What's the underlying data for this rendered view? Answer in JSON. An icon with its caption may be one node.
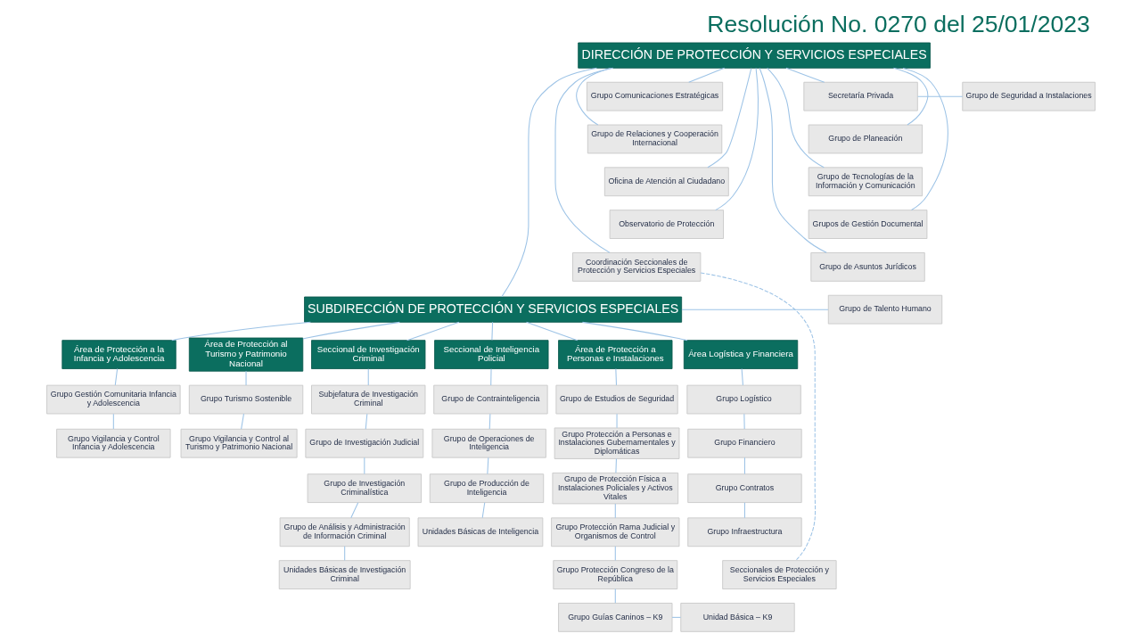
{
  "diagram": {
    "title": "Resolución No. 0270 del 25/01/2023",
    "nodes": [
      {
        "text": [
          "DIRECCIÓN DE PROTECCIÓN Y SERVICIOS ESPECIALES"
        ]
      },
      {
        "text": [
          "Grupo de Seguridad a Instalaciones"
        ]
      },
      {
        "text": [
          "Secretaría Privada"
        ]
      },
      {
        "text": [
          "Grupo Comunicaciones Estratégicas"
        ]
      },
      {
        "text": [
          "Grupo de Planeación"
        ]
      },
      {
        "text": [
          "Grupo de Relaciones y Cooperación Internacional"
        ]
      },
      {
        "text": [
          "Grupo de Tecnologías de la Información y Comunicación"
        ]
      },
      {
        "text": [
          "Oficina de Atención al Ciudadano"
        ]
      },
      {
        "text": [
          "Grupos de Gestión Documental"
        ]
      },
      {
        "text": [
          "Observatorio de Protección"
        ]
      },
      {
        "text": [
          "Grupo de Asuntos Jurídicos"
        ]
      },
      {
        "text": [
          "Coordinación Seccionales de Protección y Servicios Especiales"
        ]
      },
      {
        "text": [
          "Grupo de Talento Humano"
        ]
      },
      {
        "text": [
          "SUBDIRECCIÓN DE PROTECCIÓN Y SERVICIOS ESPECIALES"
        ]
      },
      {
        "text": [
          "Área de Protección a Personas e Instalaciones"
        ]
      },
      {
        "text": [
          "Grupo de Estudios de Seguridad"
        ]
      },
      {
        "text": [
          "Grupo Protección a Personas e Instalaciones Gubernamentales y Diplomáticas"
        ]
      },
      {
        "text": [
          "Grupo de Protección Física a Instalaciones Policiales y Activos Vitales"
        ]
      },
      {
        "text": [
          "Grupo Protección Rama Judicial y Organismos de Control"
        ]
      },
      {
        "text": [
          "Grupo Protección Congreso de la República"
        ]
      },
      {
        "text": [
          "Grupo Guías Caninos – K9"
        ]
      },
      {
        "text": [
          "Unidad Básica – K9"
        ]
      },
      {
        "text": [
          "Área de Protección a la Infancia y Adolescencia"
        ]
      },
      {
        "text": [
          "Grupo Gestión Comunitaria Infancia y Adolescencia"
        ]
      },
      {
        "text": [
          "Grupo Vigilancia y Control Infancia y Adolescencia"
        ]
      },
      {
        "text": [
          "Área de Protección al Turismo y Patrimonio Nacional"
        ]
      },
      {
        "text": [
          "Grupo Turismo Sostenible"
        ]
      },
      {
        "text": [
          "Grupo Vigilancia y Control al Turismo y Patrimonio Nacional"
        ]
      },
      {
        "text": [
          "Seccional de Investigación Criminal"
        ]
      },
      {
        "text": [
          "Subjefatura de Investigación Criminal"
        ]
      },
      {
        "text": [
          "Grupo de Investigación Judicial"
        ]
      },
      {
        "text": [
          "Grupo de Investigación Criminalística"
        ]
      },
      {
        "text": [
          "Grupo de Análisis y Administración de Información Criminal"
        ]
      },
      {
        "text": [
          "Unidades Básicas de Investigación Criminal"
        ]
      },
      {
        "text": [
          "Seccional de Inteligencia Policial"
        ]
      },
      {
        "text": [
          "Grupo de Contrainteligencia"
        ]
      },
      {
        "text": [
          "Grupo de Operaciones de Inteligencia"
        ]
      },
      {
        "text": [
          "Grupo de Producción de Inteligencia"
        ]
      },
      {
        "text": [
          "Unidades Básicas de Inteligencia"
        ]
      },
      {
        "text": [
          "Área Logística y Financiera"
        ]
      },
      {
        "text": [
          "Grupo Logístico"
        ]
      },
      {
        "text": [
          "Grupo Financiero"
        ]
      },
      {
        "text": [
          "Grupo Contratos"
        ]
      },
      {
        "text": [
          "Grupo Infraestructura"
        ]
      },
      {
        "text": [
          "Seccionales de Protección y Servicios Especiales"
        ]
      }
    ],
    "edges": [
      {
        "from": 2,
        "to": 1,
        "arrow": "none"
      },
      {
        "from": 0,
        "to": 2,
        "arrow": "none"
      },
      {
        "from": 0,
        "to": 3,
        "arrow": "none"
      },
      {
        "from": 0,
        "to": 4,
        "arrow": "none"
      },
      {
        "from": 0,
        "to": 5,
        "arrow": "none"
      },
      {
        "from": 0,
        "to": 6,
        "arrow": "none"
      },
      {
        "from": 0,
        "to": 7,
        "arrow": "none"
      },
      {
        "from": 0,
        "to": 8,
        "arrow": "none"
      },
      {
        "from": 0,
        "to": 9,
        "arrow": "none"
      },
      {
        "from": 0,
        "to": 10,
        "arrow": "none"
      },
      {
        "from": 0,
        "to": 11,
        "arrow": "none"
      },
      {
        "from": 0,
        "to": 13,
        "arrow": "none"
      },
      {
        "from": 13,
        "to": 12,
        "arrow": "none"
      },
      {
        "from": 13,
        "to": 14,
        "arrow": "none"
      },
      {
        "from": 13,
        "to": 22,
        "arrow": "none"
      },
      {
        "from": 13,
        "to": 25,
        "arrow": "none"
      },
      {
        "from": 13,
        "to": 28,
        "arrow": "none"
      },
      {
        "from": 13,
        "to": 34,
        "arrow": "none"
      },
      {
        "from": 13,
        "to": 39,
        "arrow": "none"
      },
      {
        "from": 14,
        "to": 15,
        "arrow": "none"
      },
      {
        "from": 15,
        "to": 16,
        "arrow": "none"
      },
      {
        "from": 16,
        "to": 17,
        "arrow": "none"
      },
      {
        "from": 17,
        "to": 18,
        "arrow": "none"
      },
      {
        "from": 18,
        "to": 19,
        "arrow": "none"
      },
      {
        "from": 19,
        "to": 20,
        "arrow": "none"
      },
      {
        "from": 20,
        "to": 21,
        "arrow": "none"
      },
      {
        "from": 22,
        "to": 23,
        "arrow": "none"
      },
      {
        "from": 23,
        "to": 24,
        "arrow": "none"
      },
      {
        "from": 25,
        "to": 26,
        "arrow": "none"
      },
      {
        "from": 26,
        "to": 27,
        "arrow": "none"
      },
      {
        "from": 28,
        "to": 29,
        "arrow": "none"
      },
      {
        "from": 29,
        "to": 30,
        "arrow": "none"
      },
      {
        "from": 30,
        "to": 31,
        "arrow": "none"
      },
      {
        "from": 31,
        "to": 32,
        "arrow": "none"
      },
      {
        "from": 32,
        "to": 33,
        "arrow": "none"
      },
      {
        "from": 34,
        "to": 35,
        "arrow": "none"
      },
      {
        "from": 35,
        "to": 36,
        "arrow": "none"
      },
      {
        "from": 36,
        "to": 37,
        "arrow": "none"
      },
      {
        "from": 37,
        "to": 38,
        "arrow": "none"
      },
      {
        "from": 39,
        "to": 40,
        "arrow": "none"
      },
      {
        "from": 40,
        "to": 41,
        "arrow": "none"
      },
      {
        "from": 41,
        "to": 42,
        "arrow": "none"
      },
      {
        "from": 42,
        "to": 43,
        "arrow": "none"
      },
      {
        "from": 11,
        "to": 44,
        "arrow": "none",
        "style": "dashed"
      }
    ]
  }
}
